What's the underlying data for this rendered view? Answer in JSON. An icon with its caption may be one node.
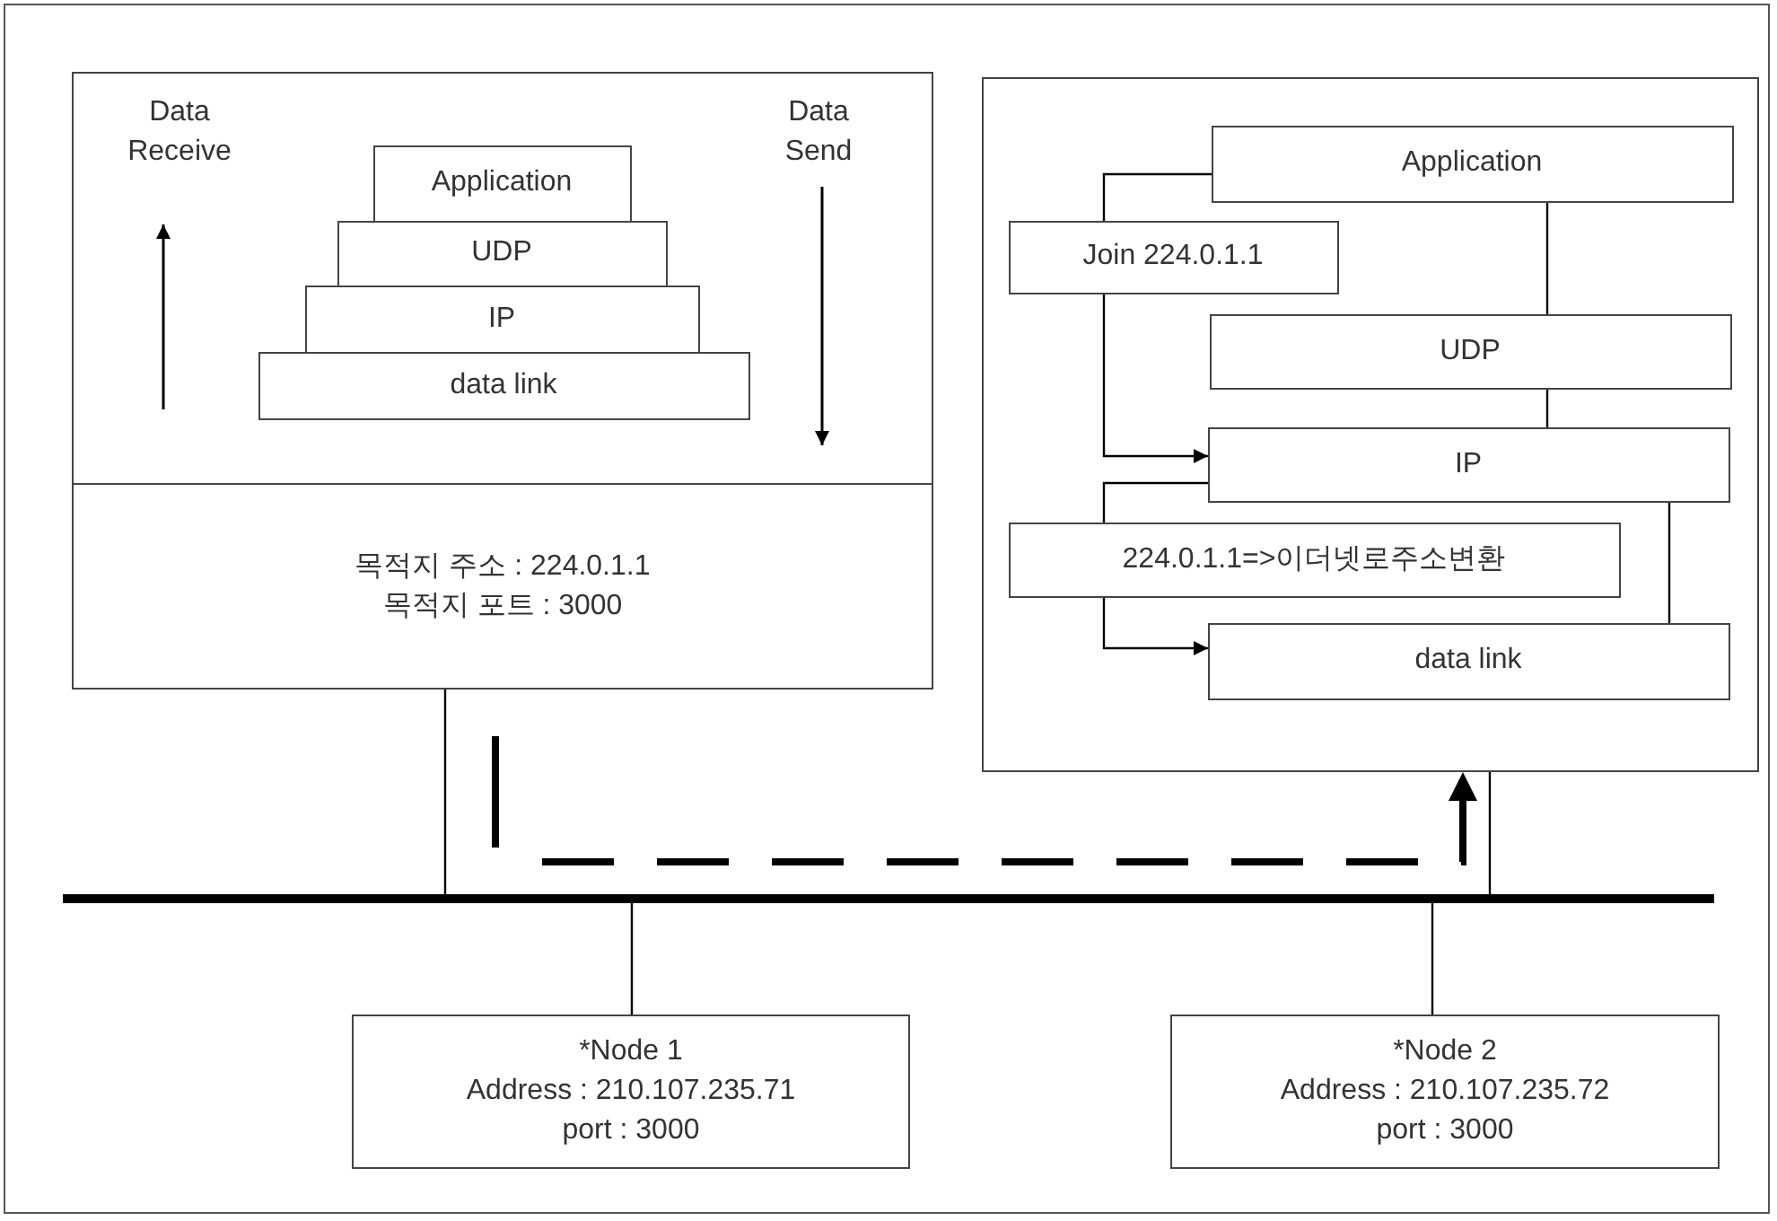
{
  "diagram": {
    "nodes": [
      {
        "text": [],
        "shape": "box"
      },
      {
        "text": [
          "Application"
        ],
        "in": 0
      },
      {
        "text": [
          "UDP"
        ],
        "in": 0
      },
      {
        "text": [
          "IP"
        ],
        "in": 0
      },
      {
        "text": [
          "data link"
        ],
        "in": 0
      },
      {
        "text": [
          "목적지 주소 : 224.0.1.1",
          "목적지 포트 : 3000"
        ]
      },
      {
        "text": [],
        "shape": "box"
      },
      {
        "text": [
          "Application"
        ],
        "in": 6
      },
      {
        "text": [
          "Join 224.0.1.1"
        ],
        "in": 6
      },
      {
        "text": [
          "UDP"
        ],
        "in": 6
      },
      {
        "text": [
          "IP"
        ],
        "in": 6
      },
      {
        "text": [
          "224.0.1.1=>이더넷로주소변환"
        ],
        "in": 6
      },
      {
        "text": [
          "data link"
        ],
        "in": 6
      },
      {
        "text": [],
        "shape": "bar"
      },
      {
        "text": [
          "*Node 1",
          "Address : 210.107.235.71",
          "port : 3000"
        ]
      },
      {
        "text": [
          "*Node 2",
          "Address : 210.107.235.72",
          "port : 3000"
        ]
      }
    ],
    "edges": [
      {
        "from": 7,
        "to": 8,
        "arrow": "none"
      },
      {
        "from": 8,
        "to": 10,
        "arrow": "to"
      },
      {
        "from": 7,
        "to": 9,
        "arrow": "none"
      },
      {
        "from": 9,
        "to": 10,
        "arrow": "none"
      },
      {
        "from": 10,
        "to": 11,
        "arrow": "none"
      },
      {
        "from": 11,
        "to": 12,
        "arrow": "to"
      },
      {
        "from": 10,
        "to": 12,
        "arrow": "none"
      },
      {
        "from": 5,
        "to": 13,
        "arrow": "none"
      },
      {
        "from": 6,
        "to": 13,
        "arrow": "none"
      },
      {
        "from": 13,
        "to": 14,
        "arrow": "none"
      },
      {
        "from": 13,
        "to": 15,
        "arrow": "none"
      },
      {
        "from": 5,
        "to": 6,
        "arrow": "to",
        "style": "dashed"
      }
    ],
    "labels": [
      "Data Receive",
      "Data Send"
    ]
  }
}
